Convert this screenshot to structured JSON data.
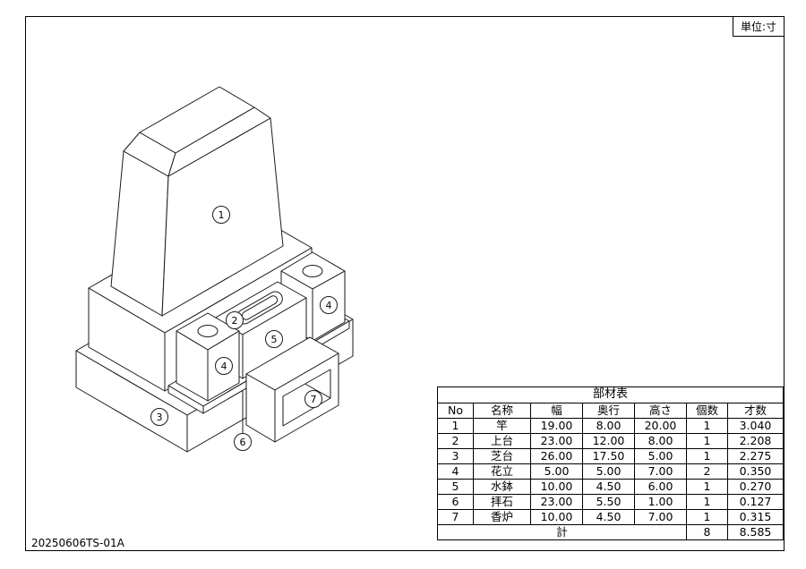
{
  "frame": {
    "unit_label": "単位:寸",
    "drawing_number": "20250606TS-01A"
  },
  "drawing": {
    "type": "isometric-parts-drawing",
    "part_labels": {
      "sao": "1",
      "joudai": "2",
      "shibadai": "3",
      "hanatate": "4",
      "mizubachi": "5",
      "haiseki": "6",
      "kouro": "7"
    }
  },
  "table": {
    "title": "部材表",
    "headers": [
      "No",
      "名称",
      "幅",
      "奥行",
      "高さ",
      "個数",
      "才数"
    ],
    "rows": [
      [
        "1",
        "竿",
        "19.00",
        "8.00",
        "20.00",
        "1",
        "3.040"
      ],
      [
        "2",
        "上台",
        "23.00",
        "12.00",
        "8.00",
        "1",
        "2.208"
      ],
      [
        "3",
        "芝台",
        "26.00",
        "17.50",
        "5.00",
        "1",
        "2.275"
      ],
      [
        "4",
        "花立",
        "5.00",
        "5.00",
        "7.00",
        "2",
        "0.350"
      ],
      [
        "5",
        "水鉢",
        "10.00",
        "4.50",
        "6.00",
        "1",
        "0.270"
      ],
      [
        "6",
        "拝石",
        "23.00",
        "5.50",
        "1.00",
        "1",
        "0.127"
      ],
      [
        "7",
        "香炉",
        "10.00",
        "4.50",
        "7.00",
        "1",
        "0.315"
      ]
    ],
    "total_label": "計",
    "total_quantity": "8",
    "total_volume": "8.585"
  }
}
